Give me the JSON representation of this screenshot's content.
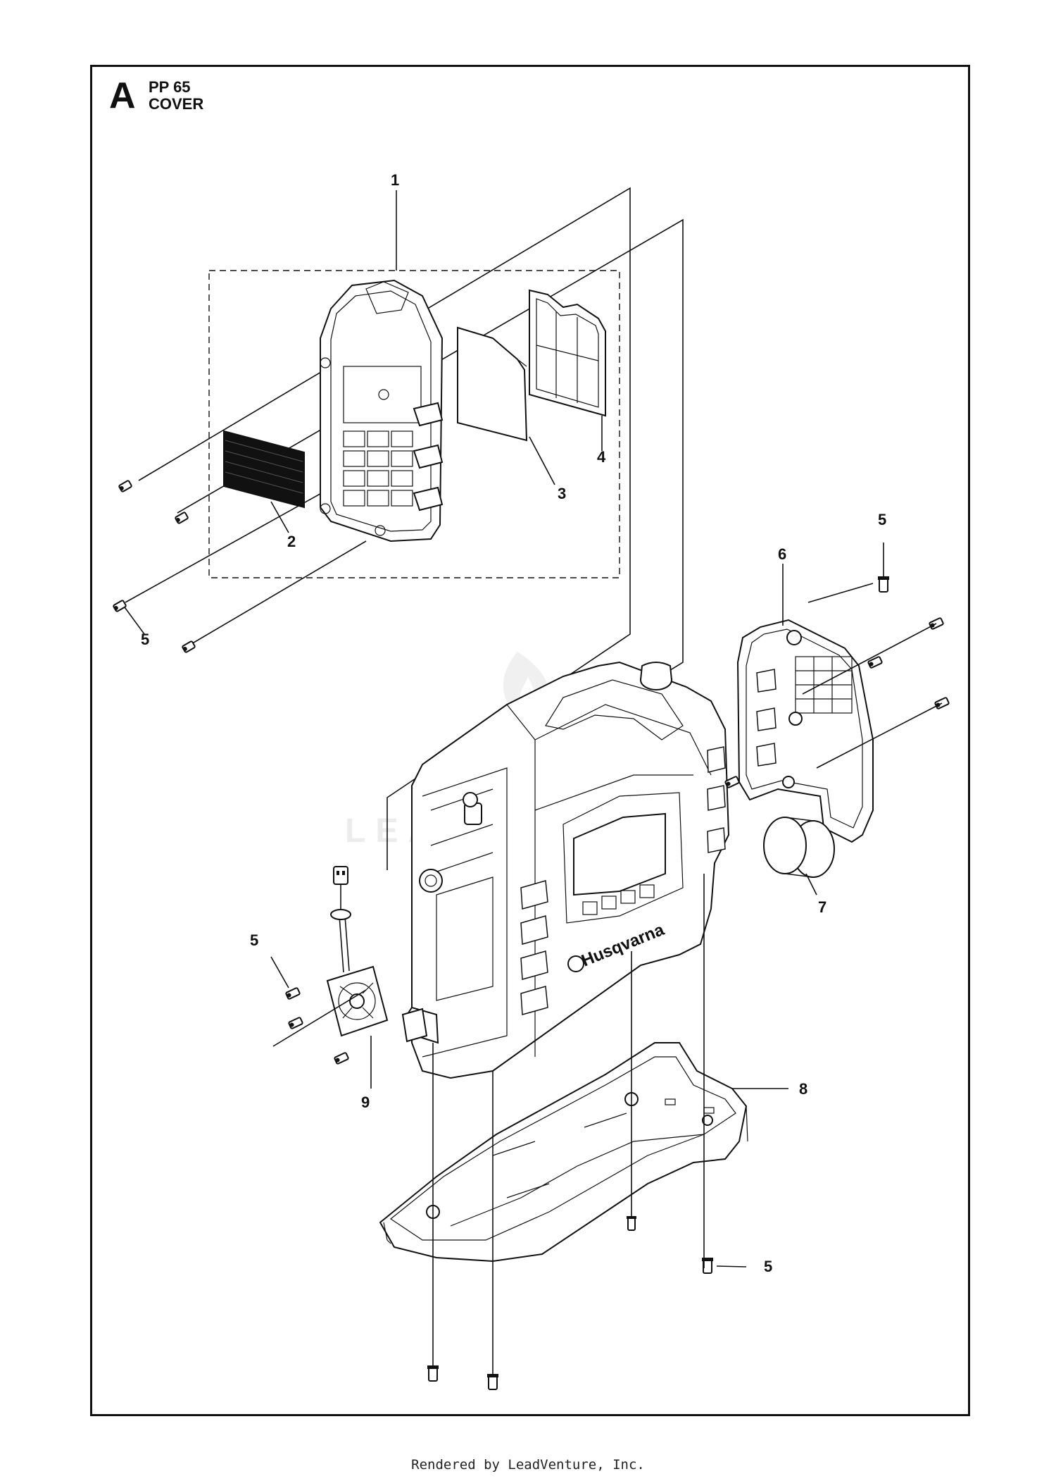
{
  "diagram": {
    "section_letter": "A",
    "model": "PP 65",
    "assembly": "COVER",
    "brand_on_part": "Husqvarna",
    "watermark": "LEADVENTURE",
    "callouts": [
      {
        "id": "c1",
        "label": "1"
      },
      {
        "id": "c2",
        "label": "2"
      },
      {
        "id": "c3",
        "label": "3"
      },
      {
        "id": "c4",
        "label": "4"
      },
      {
        "id": "c5a",
        "label": "5"
      },
      {
        "id": "c5b",
        "label": "5"
      },
      {
        "id": "c5c",
        "label": "5"
      },
      {
        "id": "c5d",
        "label": "5"
      },
      {
        "id": "c6",
        "label": "6"
      },
      {
        "id": "c7",
        "label": "7"
      },
      {
        "id": "c8",
        "label": "8"
      },
      {
        "id": "c9",
        "label": "9"
      }
    ]
  },
  "footer": "Rendered by LeadVenture, Inc."
}
